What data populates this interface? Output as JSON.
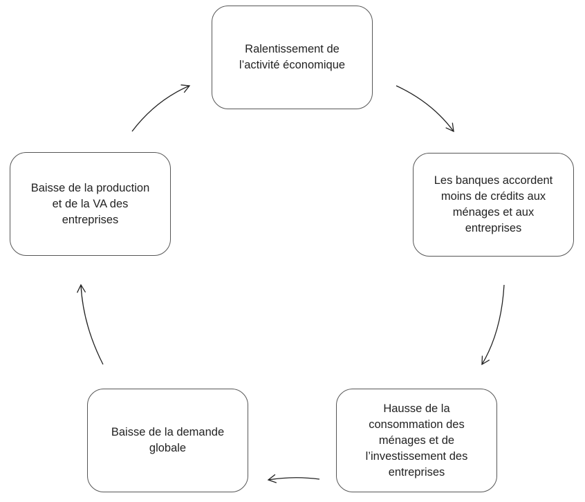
{
  "nodes": [
    {
      "id": "ralentissement",
      "lines": [
        "Ralentissement de",
        "l’activité économique"
      ]
    },
    {
      "id": "credits",
      "lines": [
        "Les banques accordent",
        "moins de crédits aux",
        "ménages et aux",
        "entreprises"
      ]
    },
    {
      "id": "hausse",
      "lines": [
        "Hausse de la",
        "consommation des",
        "ménages et de",
        "l’investissement des",
        "entreprises"
      ]
    },
    {
      "id": "demande",
      "lines": [
        "Baisse de la demande",
        "globale"
      ]
    },
    {
      "id": "production",
      "lines": [
        "Baisse de la production",
        "et de la VA des",
        "entreprises"
      ]
    }
  ],
  "edges": [
    {
      "from": "ralentissement",
      "to": "credits"
    },
    {
      "from": "credits",
      "to": "hausse"
    },
    {
      "from": "hausse",
      "to": "demande"
    },
    {
      "from": "demande",
      "to": "production"
    },
    {
      "from": "production",
      "to": "ralentissement"
    }
  ]
}
